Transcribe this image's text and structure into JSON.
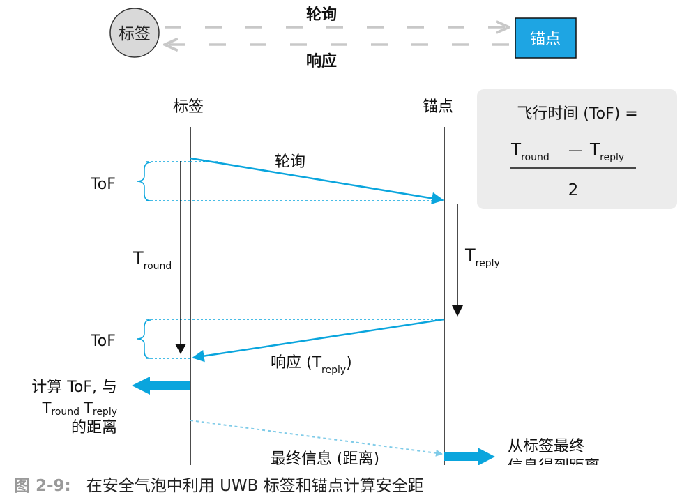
{
  "colors": {
    "accent": "#0aa5dd",
    "anchor_fill": "#1ea5e3",
    "tag_circle": "#d9d9d9",
    "gray_arrow": "#c8c8c8",
    "formula_box": "#ececec",
    "caption_label": "#9a9a9a"
  },
  "top": {
    "tag_label": "标签",
    "anchor_label": "锚点",
    "poll_label": "轮询",
    "response_label": "响应"
  },
  "diagram": {
    "tag_header": "标签",
    "anchor_header": "锚点",
    "poll_msg": "轮询",
    "response_msg": {
      "main": "响应 (T",
      "sub": "reply",
      "close": ")"
    },
    "tof_top": "ToF",
    "tof_bottom": "ToF",
    "t_round": {
      "main": "T",
      "sub": "round"
    },
    "t_reply": {
      "main": "T",
      "sub": "reply"
    },
    "compute_line1": "计算 ToF, 与",
    "compute_t1": {
      "main": "T",
      "sub": "round"
    },
    "compute_t2": {
      "main": "T",
      "sub": "reply"
    },
    "compute_line3": "的距离",
    "final_msg": "最终信息 (距离)",
    "anchor_result_line1": "从标签最终",
    "anchor_result_line2": "信息得到距离"
  },
  "formula": {
    "title": "飞行时间 (ToF) =",
    "numerator_left": {
      "main": "T",
      "sub": "round"
    },
    "minus": "—",
    "numerator_right": {
      "main": "T",
      "sub": "reply"
    },
    "denominator": "2"
  },
  "caption": {
    "label": "图 2-9:",
    "text": "在安全气泡中利用 UWB 标签和锚点计算安全距"
  }
}
